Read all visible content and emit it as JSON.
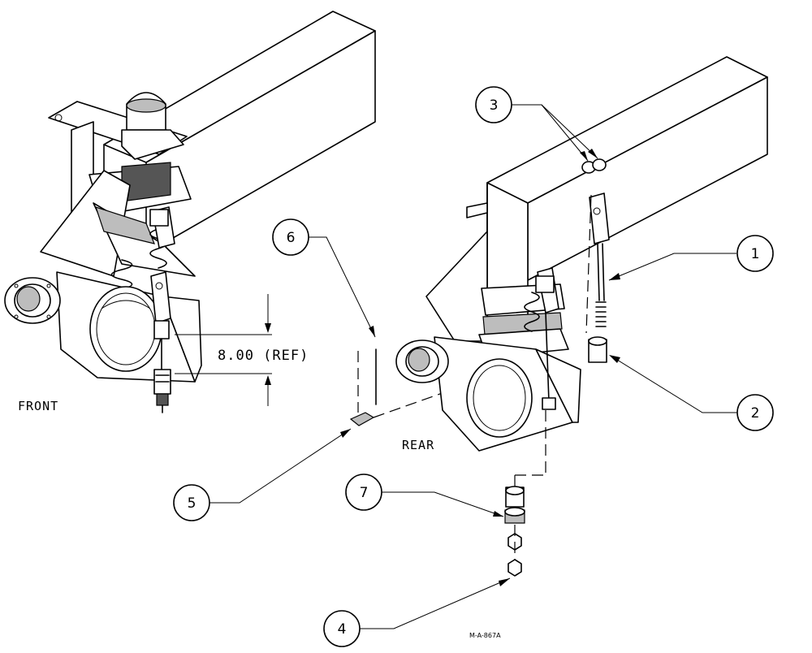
{
  "labels": {
    "front": "FRONT",
    "rear": "REAR",
    "dimension": "8.00 (REF)",
    "drawing_number": "M-A-867A"
  },
  "callouts": [
    "1",
    "2",
    "3",
    "4",
    "5",
    "6",
    "7"
  ]
}
